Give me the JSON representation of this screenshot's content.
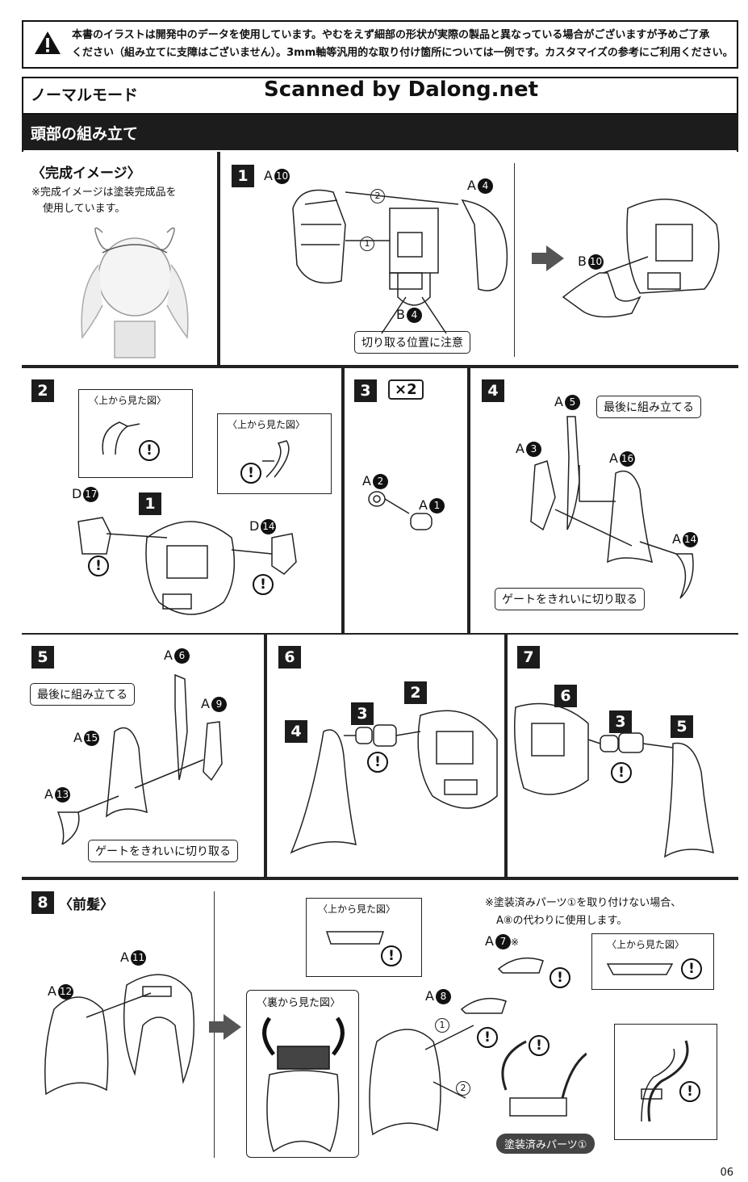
{
  "warning": {
    "line1": "本書のイラストは開発中のデータを使用しています。やむをえず細部の形状が実際の製品と異なっている場合がございますが予めご了承",
    "line2": "ください（組み立てに支障はございません）。3mm軸等汎用的な取り付け箇所については一例です。カスタマイズの参考にご利用ください。"
  },
  "mode_title": "ノーマルモード",
  "scanned_by": "Scanned by Dalong.net",
  "section_title": "頭部の組み立て",
  "complete": {
    "title": "〈完成イメージ〉",
    "note1": "※完成イメージは塗装完成品を",
    "note2": "使用しています。"
  },
  "steps": {
    "s1": {
      "num": "1",
      "parts": {
        "a10": "A",
        "a10n": "10",
        "a4": "A",
        "a4n": "4",
        "b4": "B",
        "b4n": "4",
        "b10": "B",
        "b10n": "10"
      },
      "order1": "1",
      "order2": "2",
      "callout": "切り取る位置に注意"
    },
    "s2": {
      "num": "2",
      "top_view_left": "〈上から見た図〉",
      "top_view_right": "〈上から見た図〉",
      "d17": "D",
      "d17n": "17",
      "d14": "D",
      "d14n": "14",
      "ref": "1"
    },
    "s3": {
      "num": "3",
      "mult": "×2",
      "a2": "A",
      "a2n": "2",
      "a1": "A",
      "a1n": "1"
    },
    "s4": {
      "num": "4",
      "a5": "A",
      "a5n": "5",
      "a3": "A",
      "a3n": "3",
      "a16": "A",
      "a16n": "16",
      "a14": "A",
      "a14n": "14",
      "last": "最後に組み立てる",
      "gate": "ゲートをきれいに切り取る"
    },
    "s5": {
      "num": "5",
      "a6": "A",
      "a6n": "6",
      "a9": "A",
      "a9n": "9",
      "a15": "A",
      "a15n": "15",
      "a13": "A",
      "a13n": "13",
      "last": "最後に組み立てる",
      "gate": "ゲートをきれいに切り取る"
    },
    "s6": {
      "num": "6",
      "r4": "4",
      "r3": "3",
      "r2": "2"
    },
    "s7": {
      "num": "7",
      "r6": "6",
      "r3": "3",
      "r5": "5"
    },
    "s8": {
      "num": "8",
      "title": "〈前髪〉",
      "a11": "A",
      "a11n": "11",
      "a12": "A",
      "a12n": "12",
      "back_view": "〈裏から見た図〉",
      "top_view": "〈上から見た図〉",
      "top_view2": "〈上から見た図〉",
      "note1": "※塗装済みパーツ①を取り付けない場合、",
      "note2": "A⑧の代わりに使用します。",
      "a7": "A",
      "a7n": "7",
      "a7mark": "※",
      "a8": "A",
      "a8n": "8",
      "order1": "1",
      "order2": "2",
      "painted": "塗装済みパーツ①"
    }
  },
  "page_number": "06"
}
